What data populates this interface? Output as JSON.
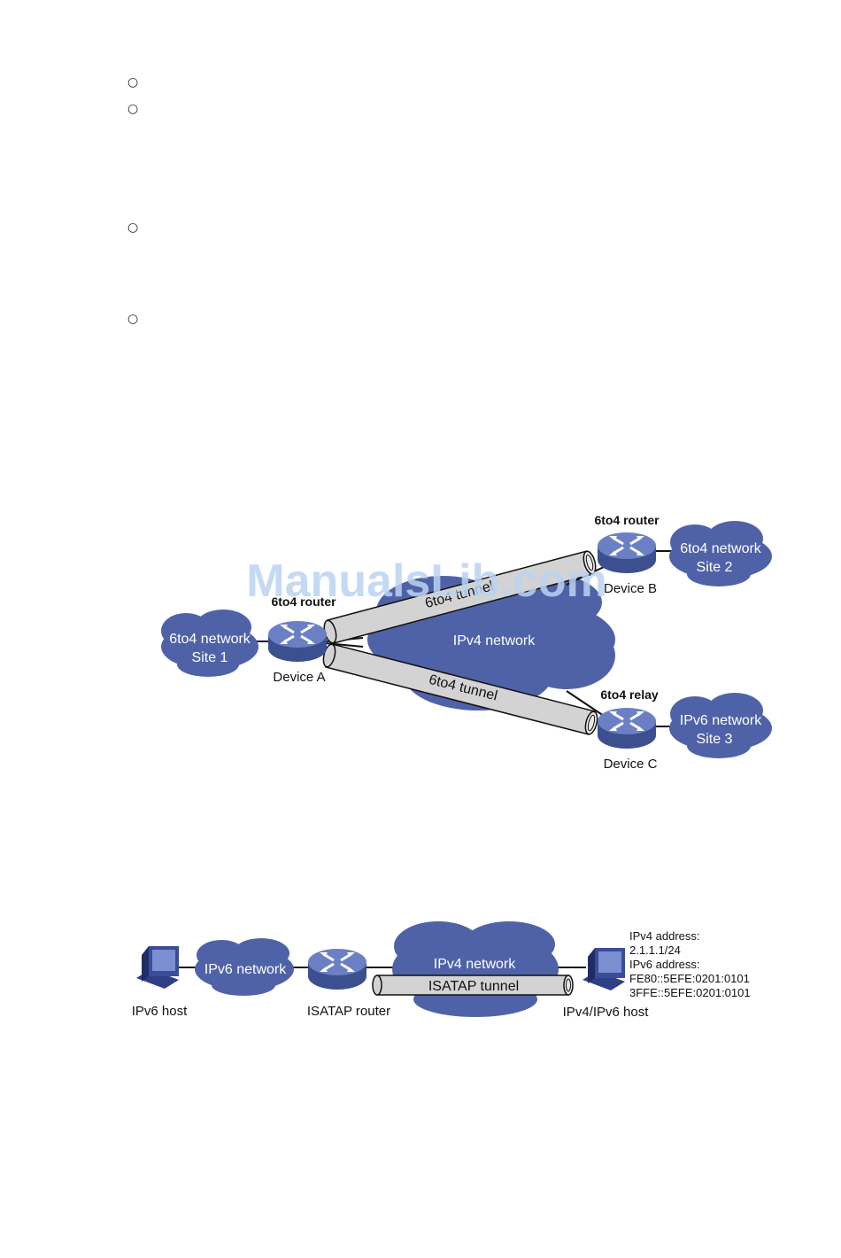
{
  "bullets": [
    "○",
    "○",
    "○",
    "○"
  ],
  "figure1": {
    "ipv4_network": "IPv4 network",
    "site1_line1": "6to4 network",
    "site1_line2": "Site 1",
    "site2_line1": "6to4 network",
    "site2_line2": "Site 2",
    "site3_line1": "IPv6 network",
    "site3_line2": "Site 3",
    "router_a_role": "6to4 router",
    "router_a_name": "Device A",
    "router_b_role": "6to4 router",
    "router_b_name": "Device B",
    "router_c_role": "6to4 relay",
    "router_c_name": "Device C",
    "tunnel_upper": "6to4 tunnel",
    "tunnel_lower": "6to4 tunnel"
  },
  "figure2": {
    "ipv6_network": "IPv6 network",
    "ipv4_network": "IPv4 network",
    "tunnel": "ISATAP tunnel",
    "ipv6_host": "IPv6 host",
    "isatap_router": "ISATAP router",
    "dual_host": "IPv4/IPv6 host",
    "addr_lines": [
      "IPv4 address:",
      "2.1.1.1/24",
      "IPv6 address:",
      "FE80::5EFE:0201:0101",
      "3FFE::5EFE:0201:0101"
    ]
  },
  "watermark": "ManualsLib.com",
  "colors": {
    "cloud": "#4f62a8",
    "router": "#5a6fb5",
    "tunnel": "#d3d3d3"
  }
}
